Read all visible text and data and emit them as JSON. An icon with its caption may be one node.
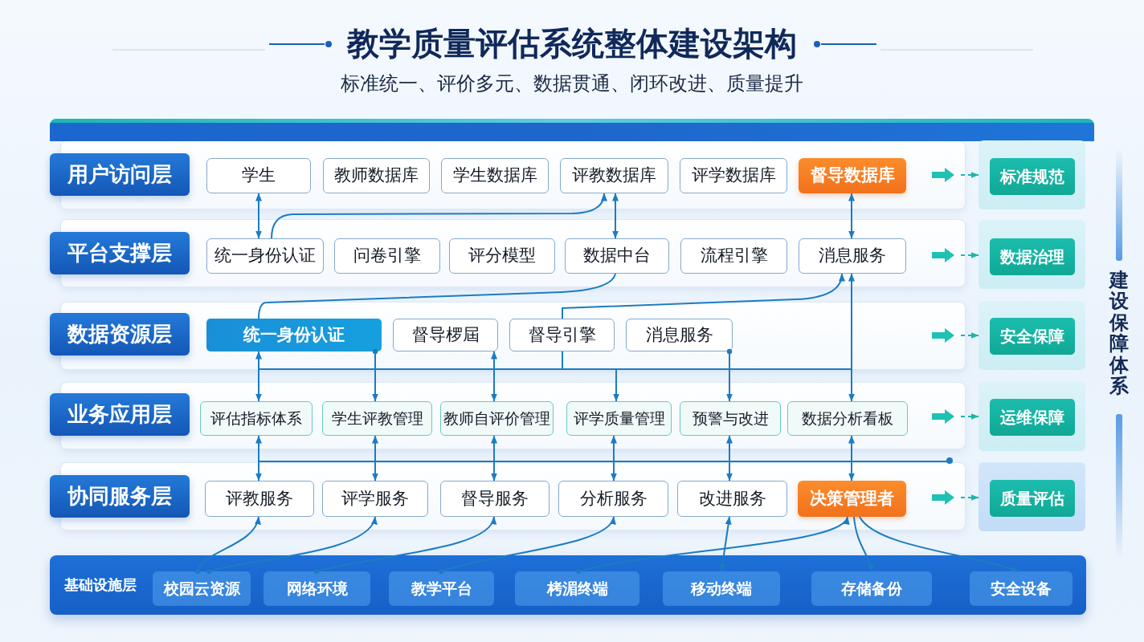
{
  "diagram": {
    "title": "教学质量评估系统整体建设架构",
    "nodes": [
      {
        "text": [
          "用户访问层"
        ]
      },
      {
        "text": [
          "学生"
        ]
      },
      {
        "text": [
          "教师数据库"
        ]
      },
      {
        "text": [
          "学生数据库"
        ]
      },
      {
        "text": [
          "评教数据库"
        ]
      },
      {
        "text": [
          "评学数据库"
        ]
      },
      {
        "text": [
          "督导数据库"
        ]
      },
      {
        "text": [],
        "shape": "box"
      },
      {
        "text": [
          "标准规范"
        ],
        "in": 7
      },
      {
        "text": [
          "平台支撑层"
        ]
      },
      {
        "text": [
          "统一身份认证"
        ]
      },
      {
        "text": [
          "问卷引擎"
        ]
      },
      {
        "text": [
          "评分模型"
        ]
      },
      {
        "text": [
          "数据中台"
        ]
      },
      {
        "text": [
          "流程引擎"
        ]
      },
      {
        "text": [
          "消息服务"
        ]
      },
      {
        "text": [],
        "shape": "box"
      },
      {
        "text": [
          "数据治理"
        ],
        "in": 16
      },
      {
        "text": [
          "数据资源层"
        ]
      },
      {
        "text": [
          "统一身份认证"
        ]
      },
      {
        "text": [
          "督导椤屆"
        ]
      },
      {
        "text": [
          "督导引擎"
        ]
      },
      {
        "text": [
          "消息服务"
        ]
      },
      {
        "text": [],
        "shape": "box"
      },
      {
        "text": [
          "安全保障"
        ],
        "in": 23
      },
      {
        "text": [
          "业务应用层"
        ]
      },
      {
        "text": [
          "评估指标体系"
        ]
      },
      {
        "text": [
          "学生评教管理"
        ]
      },
      {
        "text": [
          "教师自评价管理"
        ]
      },
      {
        "text": [
          "评学质量管理"
        ]
      },
      {
        "text": [
          "预警与改进"
        ]
      },
      {
        "text": [
          "数据分析看板"
        ]
      },
      {
        "text": [],
        "shape": "box"
      },
      {
        "text": [
          "运维保障"
        ],
        "in": 32
      },
      {
        "text": [
          "协同服务层"
        ]
      },
      {
        "text": [
          "评教服务"
        ]
      },
      {
        "text": [
          "评学服务"
        ]
      },
      {
        "text": [
          "督导服务"
        ]
      },
      {
        "text": [
          "分析服务"
        ]
      },
      {
        "text": [
          "改进服务"
        ]
      },
      {
        "text": [
          "决策管理者"
        ]
      },
      {
        "text": [],
        "shape": "box"
      },
      {
        "text": [
          "质量评估"
        ],
        "in": 41
      },
      {
        "text": [
          "基础设施层"
        ]
      },
      {
        "text": [
          "校园云资源"
        ],
        "in": 43
      },
      {
        "text": [
          "网络环境"
        ],
        "in": 43
      },
      {
        "text": [
          "教学平台"
        ],
        "in": 43
      },
      {
        "text": [
          "栲湄终端"
        ],
        "in": 43
      },
      {
        "text": [
          "移动终端"
        ],
        "in": 43
      },
      {
        "text": [
          "存储备份"
        ],
        "in": 43
      },
      {
        "text": [
          "安全设备"
        ],
        "in": 43
      }
    ],
    "edges": [
      {
        "from": 1,
        "to": 10,
        "arrow": "both"
      },
      {
        "from": 10,
        "to": 4,
        "arrow": "to"
      },
      {
        "from": 4,
        "to": 13,
        "arrow": "both"
      },
      {
        "from": 6,
        "to": 15,
        "arrow": "both"
      },
      {
        "from": 13,
        "to": 19,
        "arrow": "none"
      },
      {
        "from": 21,
        "to": 15,
        "arrow": "to"
      },
      {
        "from": 15,
        "to": 31,
        "arrow": "both"
      },
      {
        "from": 19,
        "to": 26,
        "arrow": "both"
      },
      {
        "from": 19,
        "to": 27,
        "arrow": "to"
      },
      {
        "from": 20,
        "to": 28,
        "arrow": "both"
      },
      {
        "from": 21,
        "to": 29,
        "arrow": "to"
      },
      {
        "from": 22,
        "to": 30,
        "arrow": "to"
      },
      {
        "from": 26,
        "to": 35,
        "arrow": "both"
      },
      {
        "from": 27,
        "to": 36,
        "arrow": "both"
      },
      {
        "from": 28,
        "to": 37,
        "arrow": "both"
      },
      {
        "from": 29,
        "to": 38,
        "arrow": "both"
      },
      {
        "from": 30,
        "to": 39,
        "arrow": "both"
      },
      {
        "from": 31,
        "to": 40,
        "arrow": "both"
      },
      {
        "from": 44,
        "to": 35,
        "arrow": "to"
      },
      {
        "from": 44,
        "to": 36,
        "arrow": "to"
      },
      {
        "from": 45,
        "to": 37,
        "arrow": "to"
      },
      {
        "from": 46,
        "to": 38,
        "arrow": "to"
      },
      {
        "from": 47,
        "to": 40,
        "arrow": "to"
      },
      {
        "from": 48,
        "to": 39,
        "arrow": "both"
      },
      {
        "from": 40,
        "to": 49,
        "arrow": "to"
      },
      {
        "from": 40,
        "to": 50,
        "arrow": "to"
      },
      {
        "from": null,
        "to": 7,
        "arrow": "to",
        "style": "dashed",
        "color": "#1fb5a8"
      },
      {
        "from": null,
        "to": 16,
        "arrow": "to",
        "style": "dashed",
        "color": "#1fb5a8"
      },
      {
        "from": null,
        "to": 23,
        "arrow": "to",
        "style": "dashed",
        "color": "#1fb5a8"
      },
      {
        "from": null,
        "to": 32,
        "arrow": "to",
        "style": "dashed",
        "color": "#1fb5a8"
      },
      {
        "from": null,
        "to": 41,
        "arrow": "to",
        "style": "dashed",
        "color": "#1fb5a8"
      }
    ],
    "labels": [
      "标准统一、评价多元、数据贯通、闭环改进、质量提升",
      "建设保障体系"
    ]
  }
}
